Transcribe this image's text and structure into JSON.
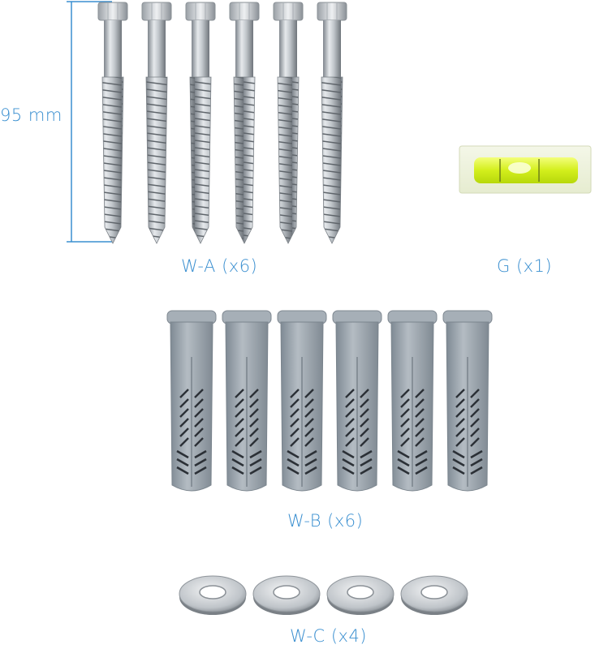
{
  "dimension": {
    "label": "95 mm"
  },
  "items": [
    {
      "id": "W-A",
      "label": "W-A (x6)",
      "count": 6,
      "kind": "screw"
    },
    {
      "id": "G",
      "label": "G (x1)",
      "count": 1,
      "kind": "spirit-level"
    },
    {
      "id": "W-B",
      "label": "W-B (x6)",
      "count": 6,
      "kind": "wall-plug"
    },
    {
      "id": "W-C",
      "label": "W-C (x4)",
      "count": 4,
      "kind": "washer"
    }
  ],
  "colors": {
    "label": "#3a8fd0",
    "dimension_line": "#3a8fd0",
    "metal": "#b9bfc6",
    "plug": "#9aa4ad",
    "level_liquid": "#d9f52a"
  }
}
